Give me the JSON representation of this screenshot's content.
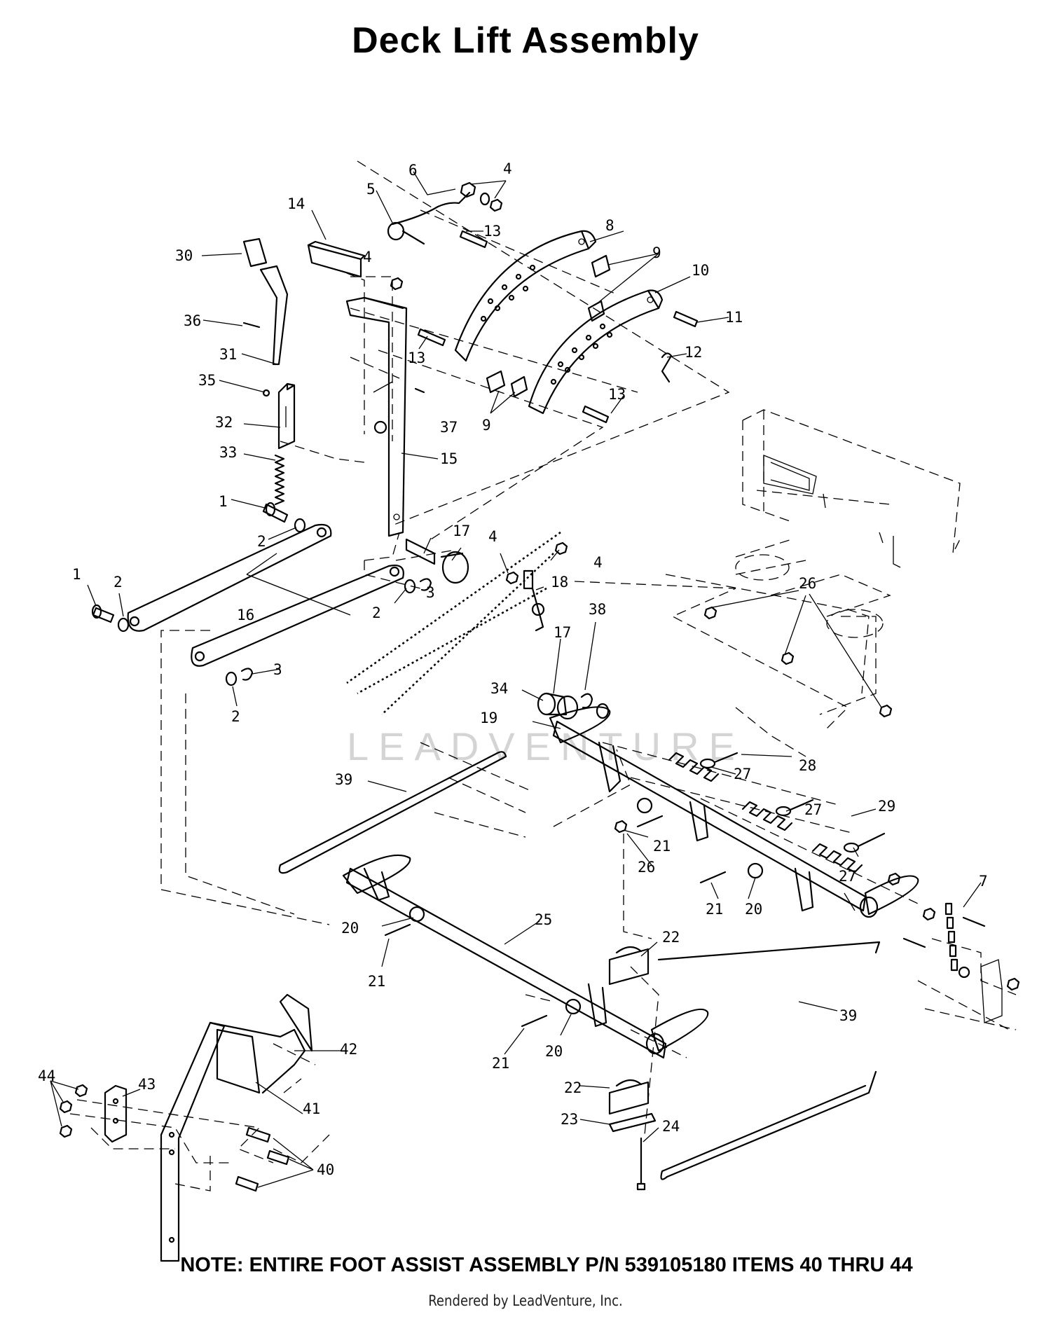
{
  "title": "Deck Lift Assembly",
  "note": "NOTE: ENTIRE FOOT ASSIST ASSEMBLY P/N 539105180 ITEMS 40 THRU 44",
  "footer": "Rendered by LeadVenture, Inc.",
  "watermark": "LEADVENTURE",
  "callouts": {
    "c1a": "1",
    "c1b": "1",
    "c2a": "2",
    "c2b": "2",
    "c2c": "2",
    "c2d": "2",
    "c3a": "3",
    "c3b": "3",
    "c4a": "4",
    "c4b": "4",
    "c4c": "4",
    "c4d": "4",
    "c5": "5",
    "c6": "6",
    "c7": "7",
    "c8": "8",
    "c9a": "9",
    "c9b": "9",
    "c10": "10",
    "c11": "11",
    "c12": "12",
    "c13a": "13",
    "c13b": "13",
    "c13c": "13",
    "c14": "14",
    "c15": "15",
    "c16": "16",
    "c17a": "17",
    "c17b": "17",
    "c18": "18",
    "c19": "19",
    "c20a": "20",
    "c20b": "20",
    "c20c": "20",
    "c21a": "21",
    "c21b": "21",
    "c21c": "21",
    "c21d": "21",
    "c22a": "22",
    "c22b": "22",
    "c23": "23",
    "c24": "24",
    "c25": "25",
    "c26a": "26",
    "c26b": "26",
    "c27a": "27",
    "c27b": "27",
    "c27c": "27",
    "c28": "28",
    "c29": "29",
    "c30": "30",
    "c31": "31",
    "c32": "32",
    "c33": "33",
    "c34": "34",
    "c35": "35",
    "c36": "36",
    "c37": "37",
    "c38": "38",
    "c39a": "39",
    "c39b": "39",
    "c40": "40",
    "c41": "41",
    "c42": "42",
    "c43": "43",
    "c44": "44"
  }
}
